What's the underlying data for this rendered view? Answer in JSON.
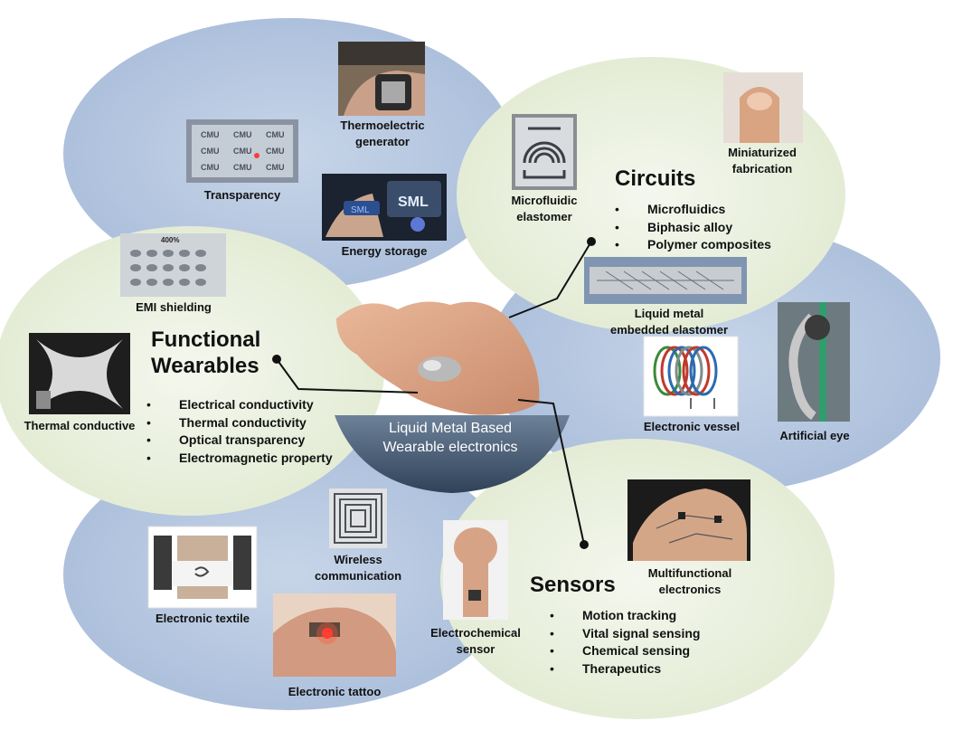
{
  "center": {
    "line1": "Liquid Metal Based",
    "line2": "Wearable electronics"
  },
  "functional_wearables": {
    "title_line1": "Functional",
    "title_line2": "Wearables",
    "bullets": [
      "Electrical conductivity",
      "Thermal conductivity",
      "Optical transparency",
      "Electromagnetic property"
    ]
  },
  "circuits": {
    "title": "Circuits",
    "bullets": [
      "Microfluidics",
      "Biphasic alloy",
      "Polymer composites"
    ]
  },
  "sensors": {
    "title": "Sensors",
    "bullets": [
      "Motion tracking",
      "Vital signal sensing",
      "Chemical sensing",
      "Therapeutics"
    ]
  },
  "image_labels": {
    "thermoelectric_generator": [
      "Thermoelectric",
      "generator"
    ],
    "transparency": "Transparency",
    "energy_storage": "Energy storage",
    "emi_shielding": "EMI shielding",
    "thermal_conductive": "Thermal conductive",
    "miniaturized_fabrication": [
      "Miniaturized",
      "fabrication"
    ],
    "microfluidic_elastomer": [
      "Microfluidic",
      "elastomer"
    ],
    "liquid_metal_embedded_elastomer": [
      "Liquid metal",
      "embedded elastomer"
    ],
    "electronic_vessel": "Electronic vessel",
    "artificial_eye": "Artificial eye",
    "multifunctional_electronics": [
      "Multifunctional",
      "electronics"
    ],
    "electrochemical_sensor": [
      "Electrochemical",
      "sensor"
    ],
    "wireless_communication": [
      "Wireless",
      "communication"
    ],
    "electronic_textile": "Electronic textile",
    "electronic_tattoo": "Electronic tattoo"
  },
  "photo_texts": {
    "stretch_percent": "400%",
    "cmu": "CMU",
    "sml": "SML"
  },
  "colors": {
    "blue_region": "#b8c9e0",
    "green_region": "#e7eedb",
    "center_label": "#3e536b"
  }
}
